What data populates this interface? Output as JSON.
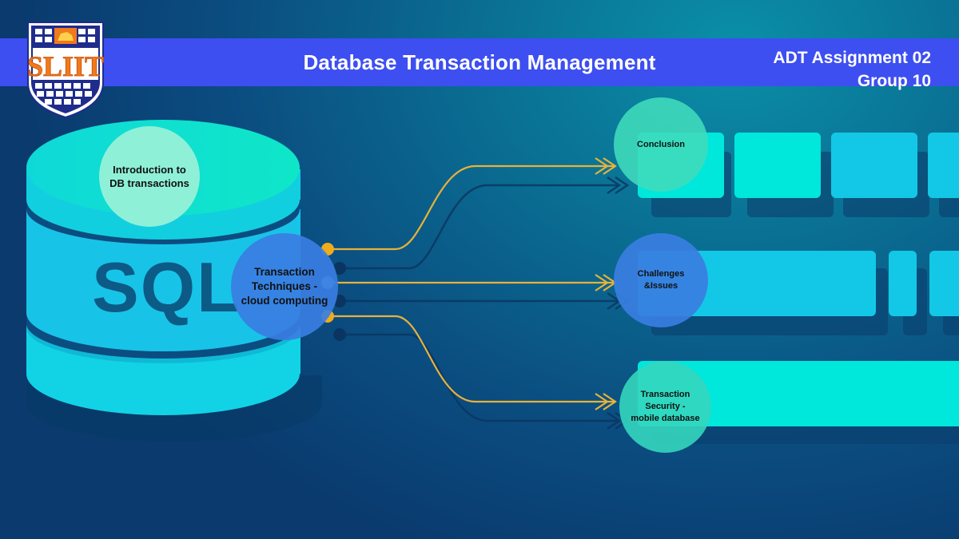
{
  "header": {
    "title": "Database Transaction Management",
    "assignment": "ADT Assignment 02",
    "group": "Group 10"
  },
  "logo": {
    "text": "SLIIT",
    "icon": "lion-crest-icon"
  },
  "database_icon": {
    "text": "SQL"
  },
  "nodes": {
    "intro": [
      "Introduction to",
      "DB transactions"
    ],
    "techniques": [
      "Transaction",
      "Techniques -",
      "cloud computing"
    ],
    "conclusion": "Conclusion",
    "challenges": [
      "Challenges",
      "&Issues"
    ],
    "security": [
      "Transaction",
      "Security -",
      "mobile database"
    ]
  },
  "colors": {
    "banner": "#3d4ff0",
    "accent_arrow": "#e8b23a",
    "cyan_block": "#13c8e6",
    "teal_block": "#00e7dc"
  }
}
